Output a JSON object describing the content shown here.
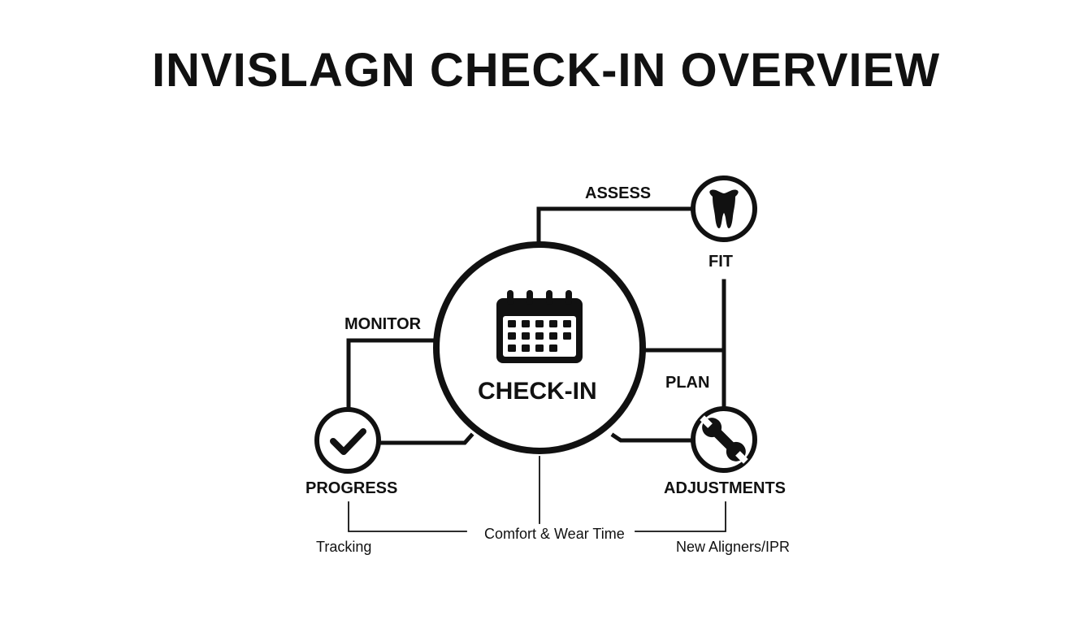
{
  "title": "INVISLAGN CHECK-IN OVERVIEW",
  "center": {
    "label": "CHECK-IN",
    "icon": "calendar-icon"
  },
  "nodes": {
    "fit": {
      "label": "FIT",
      "icon": "tooth-icon"
    },
    "progress": {
      "label": "PROGRESS",
      "icon": "checkmark-icon"
    },
    "adjustments": {
      "label": "ADJUSTMENTS",
      "icon": "wrench-icon"
    }
  },
  "connectors": {
    "assess": "ASSESS",
    "monitor": "MONITOR",
    "plan": "PLAN"
  },
  "notes": {
    "tracking": "Tracking",
    "comfort": "Comfort & Wear Time",
    "aligners": "New Aligners/IPR"
  },
  "colors": {
    "stroke": "#111111",
    "background": "#ffffff"
  }
}
